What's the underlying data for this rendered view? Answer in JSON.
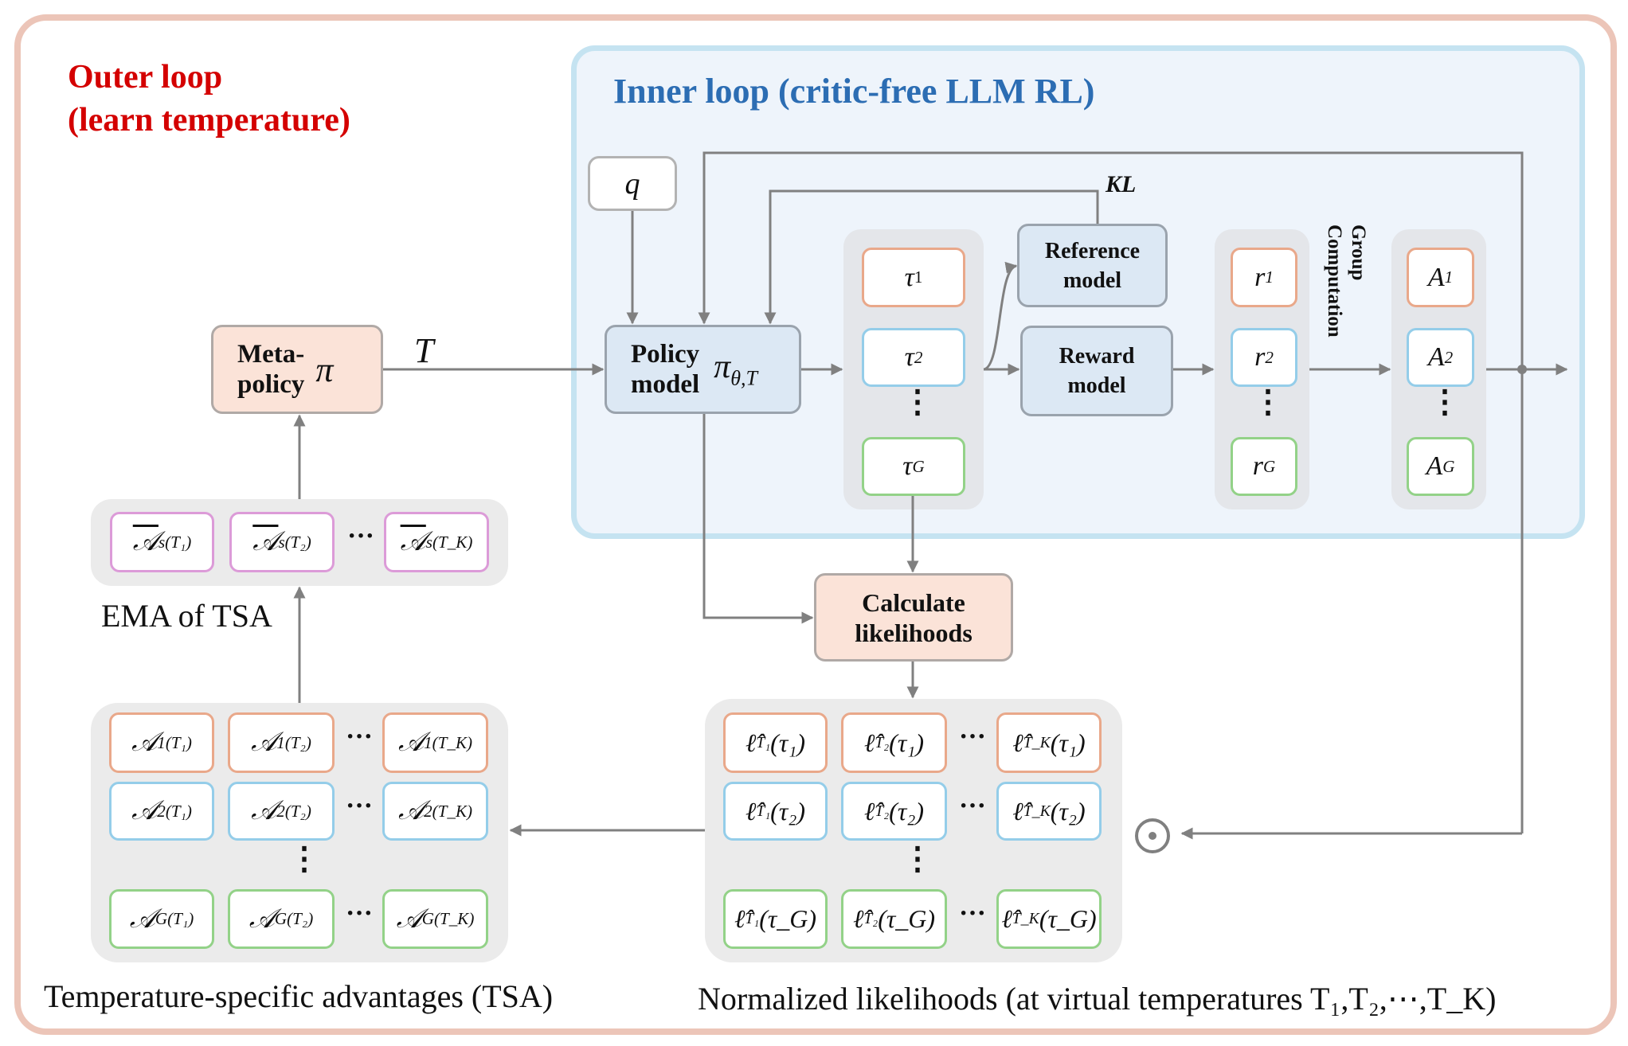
{
  "outer_loop": {
    "title_line1": "Outer loop",
    "title_line2": "(learn temperature)",
    "color": "#d40000",
    "border_color": "#ecc5b8"
  },
  "inner_loop": {
    "title": "Inner loop (critic-free LLM RL)",
    "color": "#2c6db3",
    "border_color": "#c5e3f1"
  },
  "nodes": {
    "query": "q",
    "meta_policy": {
      "line1": "Meta-",
      "line2": "policy",
      "symbol": "π"
    },
    "temperature_label": "T",
    "policy_model": {
      "line1": "Policy",
      "line2": "model",
      "symbol": "π",
      "symbol_sub": "θ,T"
    },
    "kl_label": "KL",
    "reference_model": {
      "line1": "Reference",
      "line2": "model"
    },
    "reward_model": {
      "line1": "Reward",
      "line2": "model"
    },
    "group_computation": {
      "line1": "Group",
      "line2": "Computation"
    },
    "calculate_likelihoods": {
      "line1": "Calculate",
      "line2": "likelihoods"
    },
    "hadamard_symbol": "⊙"
  },
  "trajectories": [
    {
      "base": "τ",
      "sub": "1"
    },
    {
      "base": "τ",
      "sub": "2"
    },
    {
      "base": "τ",
      "sub": "G"
    }
  ],
  "rewards": [
    {
      "base": "r",
      "sub": "1"
    },
    {
      "base": "r",
      "sub": "2"
    },
    {
      "base": "r",
      "sub": "G"
    }
  ],
  "advantages": [
    {
      "base": "A",
      "sub": "1"
    },
    {
      "base": "A",
      "sub": "2"
    },
    {
      "base": "A",
      "sub": "G"
    }
  ],
  "ema": {
    "label": "EMA of TSA",
    "cells": [
      {
        "base": "𝒜",
        "sub": "s",
        "sup": "(T₁)"
      },
      {
        "base": "𝒜",
        "sub": "s",
        "sup": "(T₂)"
      },
      {
        "base": "𝒜",
        "sub": "s",
        "sup": "(T_K)"
      }
    ]
  },
  "tsa": {
    "caption": "Temperature-specific advantages (TSA)",
    "rows": [
      [
        {
          "base": "𝒜",
          "sub": "1",
          "sup": "(T₁)"
        },
        {
          "base": "𝒜",
          "sub": "1",
          "sup": "(T₂)"
        },
        {
          "base": "𝒜",
          "sub": "1",
          "sup": "(T_K)"
        }
      ],
      [
        {
          "base": "𝒜",
          "sub": "2",
          "sup": "(T₁)"
        },
        {
          "base": "𝒜",
          "sub": "2",
          "sup": "(T₂)"
        },
        {
          "base": "𝒜",
          "sub": "2",
          "sup": "(T_K)"
        }
      ],
      [
        {
          "base": "𝒜",
          "sub": "G",
          "sup": "(T₁)"
        },
        {
          "base": "𝒜",
          "sub": "G",
          "sup": "(T₂)"
        },
        {
          "base": "𝒜",
          "sub": "G",
          "sup": "(T_K)"
        }
      ]
    ]
  },
  "likelihoods": {
    "caption": "Normalized likelihoods (at virtual temperatures T₁,T₂,⋯,T_K)",
    "rows": [
      [
        {
          "fn": "ℓ̂",
          "sub": "T₁",
          "arg": "(τ₁)"
        },
        {
          "fn": "ℓ̂",
          "sub": "T₂",
          "arg": "(τ₁)"
        },
        {
          "fn": "ℓ̂",
          "sub": "T_K",
          "arg": "(τ₁)"
        }
      ],
      [
        {
          "fn": "ℓ̂",
          "sub": "T₁",
          "arg": "(τ₂)"
        },
        {
          "fn": "ℓ̂",
          "sub": "T₂",
          "arg": "(τ₂)"
        },
        {
          "fn": "ℓ̂",
          "sub": "T_K",
          "arg": "(τ₂)"
        }
      ],
      [
        {
          "fn": "ℓ̂",
          "sub": "T₁",
          "arg": "(τ_G)"
        },
        {
          "fn": "ℓ̂",
          "sub": "T₂",
          "arg": "(τ_G)"
        },
        {
          "fn": "ℓ̂",
          "sub": "T_K",
          "arg": "(τ_G)"
        }
      ]
    ]
  },
  "ellipsis": {
    "horizontal": "···",
    "vertical": "⋮"
  },
  "row_colors": {
    "row1": "#e9a88a",
    "row2": "#94cde9",
    "rowG": "#93d288",
    "ema": "#dc9bd8"
  }
}
